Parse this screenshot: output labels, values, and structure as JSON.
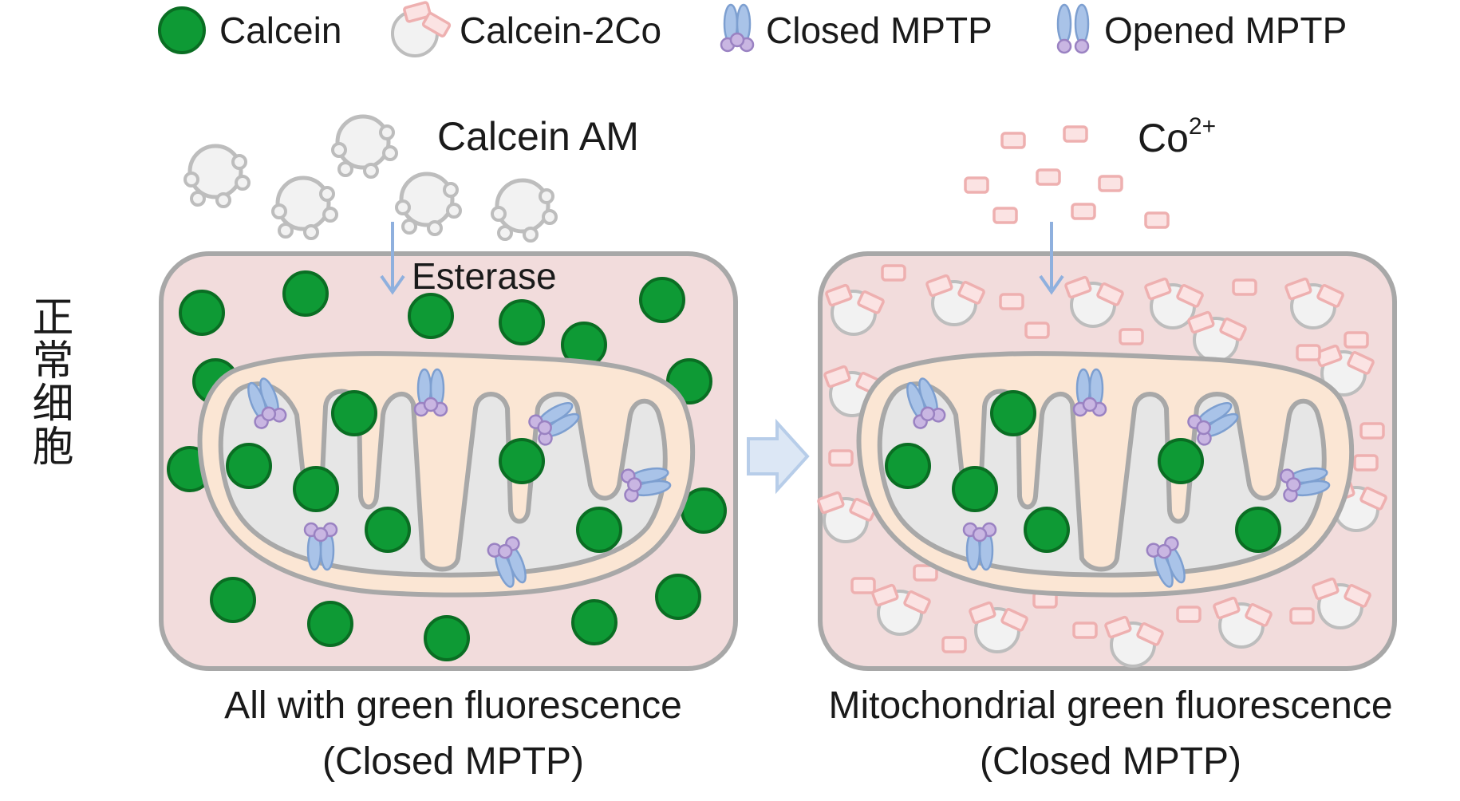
{
  "legend": {
    "calcein": "Calcein",
    "calcein_2co": "Calcein-2Co",
    "closed_mptp": "Closed MPTP",
    "opened_mptp": "Opened MPTP"
  },
  "side_label": "正常细胞",
  "left_panel": {
    "reagent": "Calcein AM",
    "enzyme": "Esterase",
    "caption_line1": "All with green fluorescence",
    "caption_line2": "(Closed MPTP)"
  },
  "right_panel": {
    "reagent_base": "Co",
    "reagent_superscript": "2+",
    "caption_line1": "Mitochondrial green fluorescence",
    "caption_line2": "(Closed MPTP)"
  },
  "colors": {
    "calcein_green": "#0e9a35",
    "calcein_rim": "#0a6e23",
    "cell_fill": "#f2dcdc",
    "cell_border": "#a8a8a8",
    "mito_fill": "#fbe6d4",
    "cristae_fill": "#e6e6e6",
    "cobalt_pink": "#f0b8b8",
    "mptp_blue": "#8fb0de",
    "mptp_purple": "#b59bd2",
    "arrow_blue": "#8fb0de"
  }
}
